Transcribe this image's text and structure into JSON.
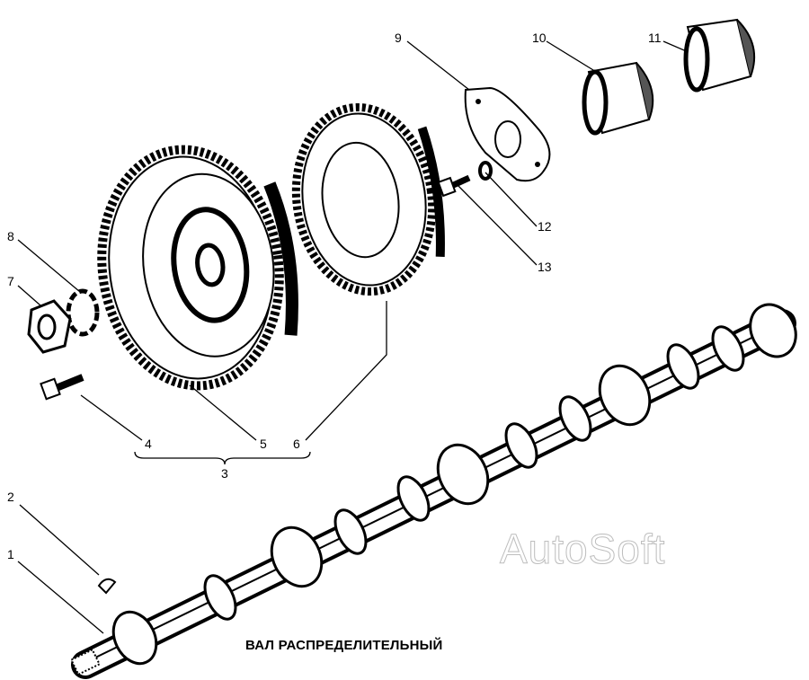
{
  "title": "ВАЛ РАСПРЕДЕЛИТЕЛЬНЫЙ",
  "watermark": "AutoSoft",
  "callouts": [
    "1",
    "2",
    "3",
    "4",
    "5",
    "6",
    "7",
    "8",
    "9",
    "10",
    "11",
    "12",
    "13"
  ],
  "colors": {
    "ink": "#000000",
    "watermark": "#bdbdbd",
    "background": "#ffffff"
  }
}
